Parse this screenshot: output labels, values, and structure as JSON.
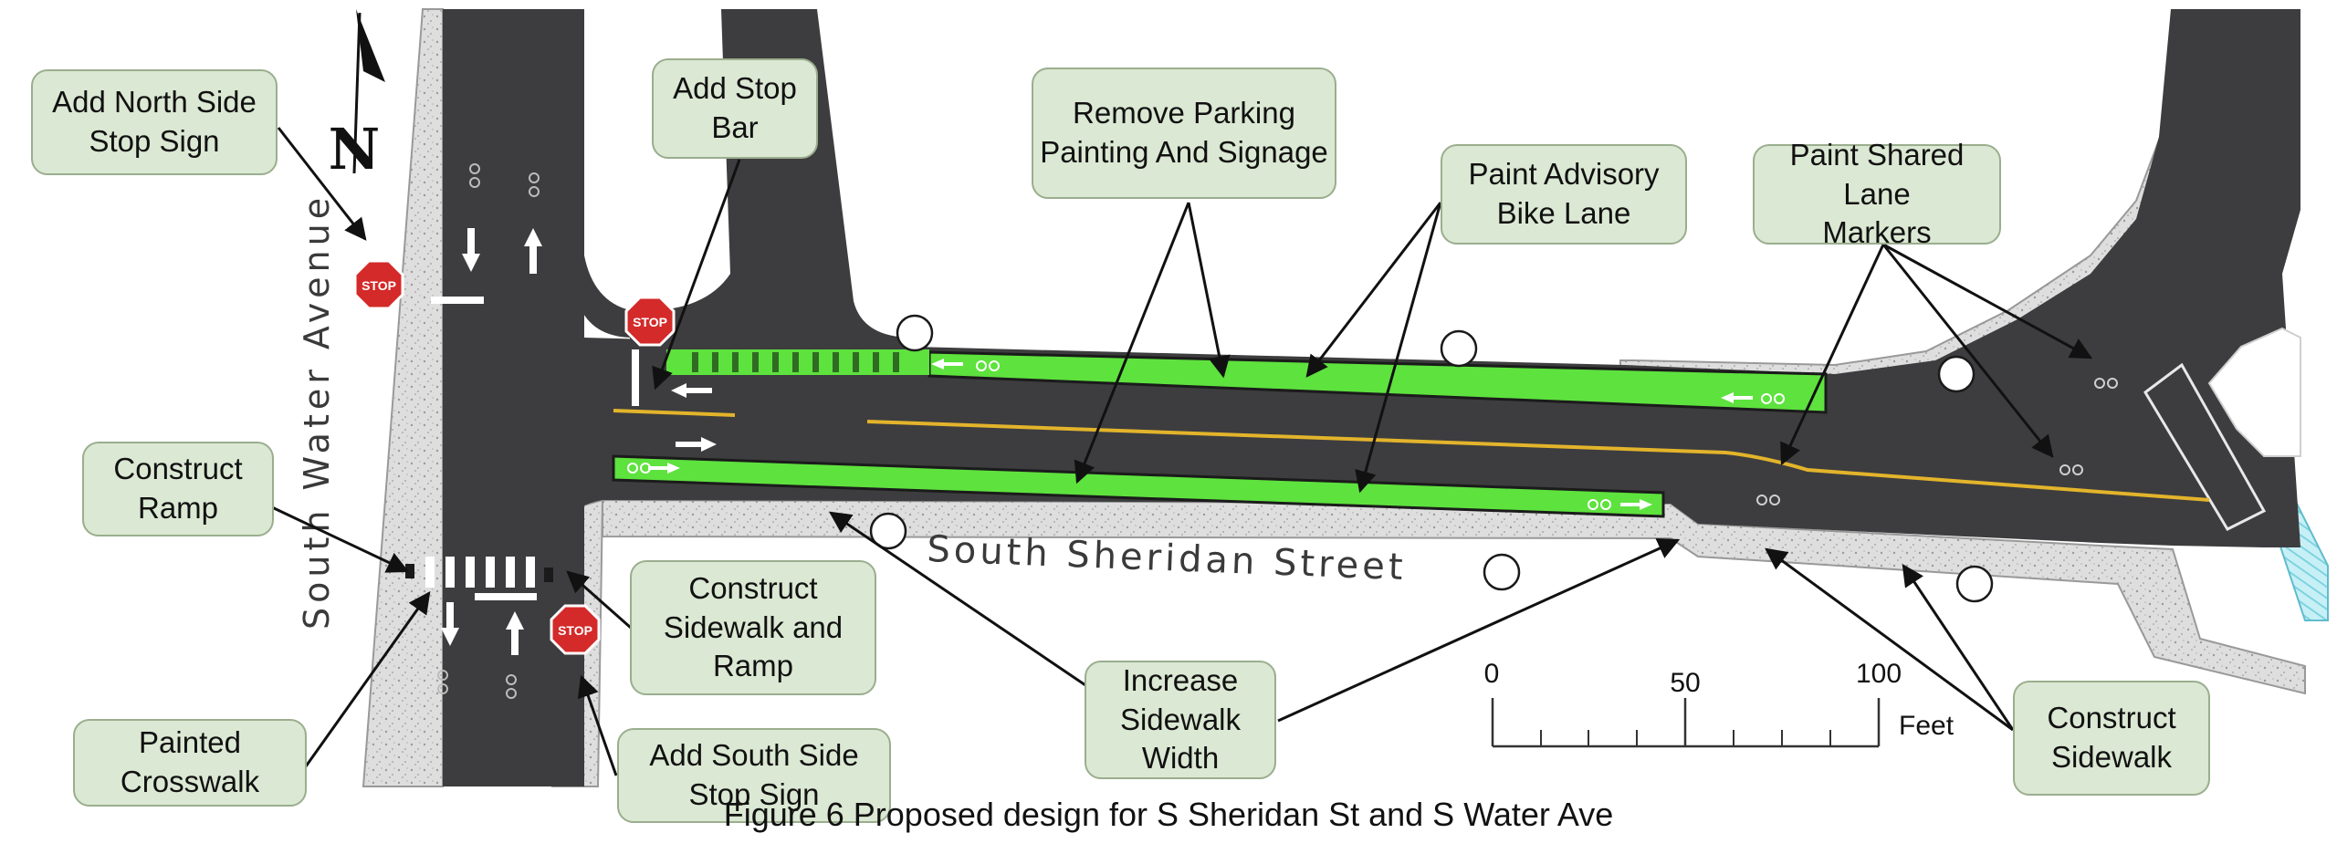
{
  "caption": "Figure 6 Proposed design for S Sheridan St and S Water Ave",
  "street_labels": {
    "water": "South Water Avenue",
    "sheridan": "South Sheridan Street"
  },
  "north_arrow_label": "N",
  "stop_sign_text": "STOP",
  "scale_bar": {
    "ticks": [
      "0",
      "50",
      "100"
    ],
    "unit": "Feet"
  },
  "callouts": {
    "north_stop_sign": "Add North Side\nStop Sign",
    "stop_bar": "Add Stop\nBar",
    "remove_parking": "Remove Parking\nPainting And Signage",
    "advisory_bike_lane": "Paint Advisory\nBike Lane",
    "shared_lane_markers": "Paint Shared Lane\nMarkers",
    "construct_ramp": "Construct\nRamp",
    "sidewalk_and_ramp": "Construct\nSidewalk and\nRamp",
    "painted_crosswalk": "Painted\nCrosswalk",
    "south_stop_sign": "Add South Side\nStop Sign",
    "increase_sidewalk": "Increase\nSidewalk\nWidth",
    "construct_sidewalk": "Construct\nSidewalk"
  },
  "colors": {
    "asphalt": "#3d3d3f",
    "sidewalk": "#d9d9d9",
    "bike_lane": "#5ee23e",
    "center_line": "#e3b42b",
    "stop_sign": "#d42a2a",
    "callout_fill": "#dbe8d3",
    "water": "#a9e6ef"
  }
}
